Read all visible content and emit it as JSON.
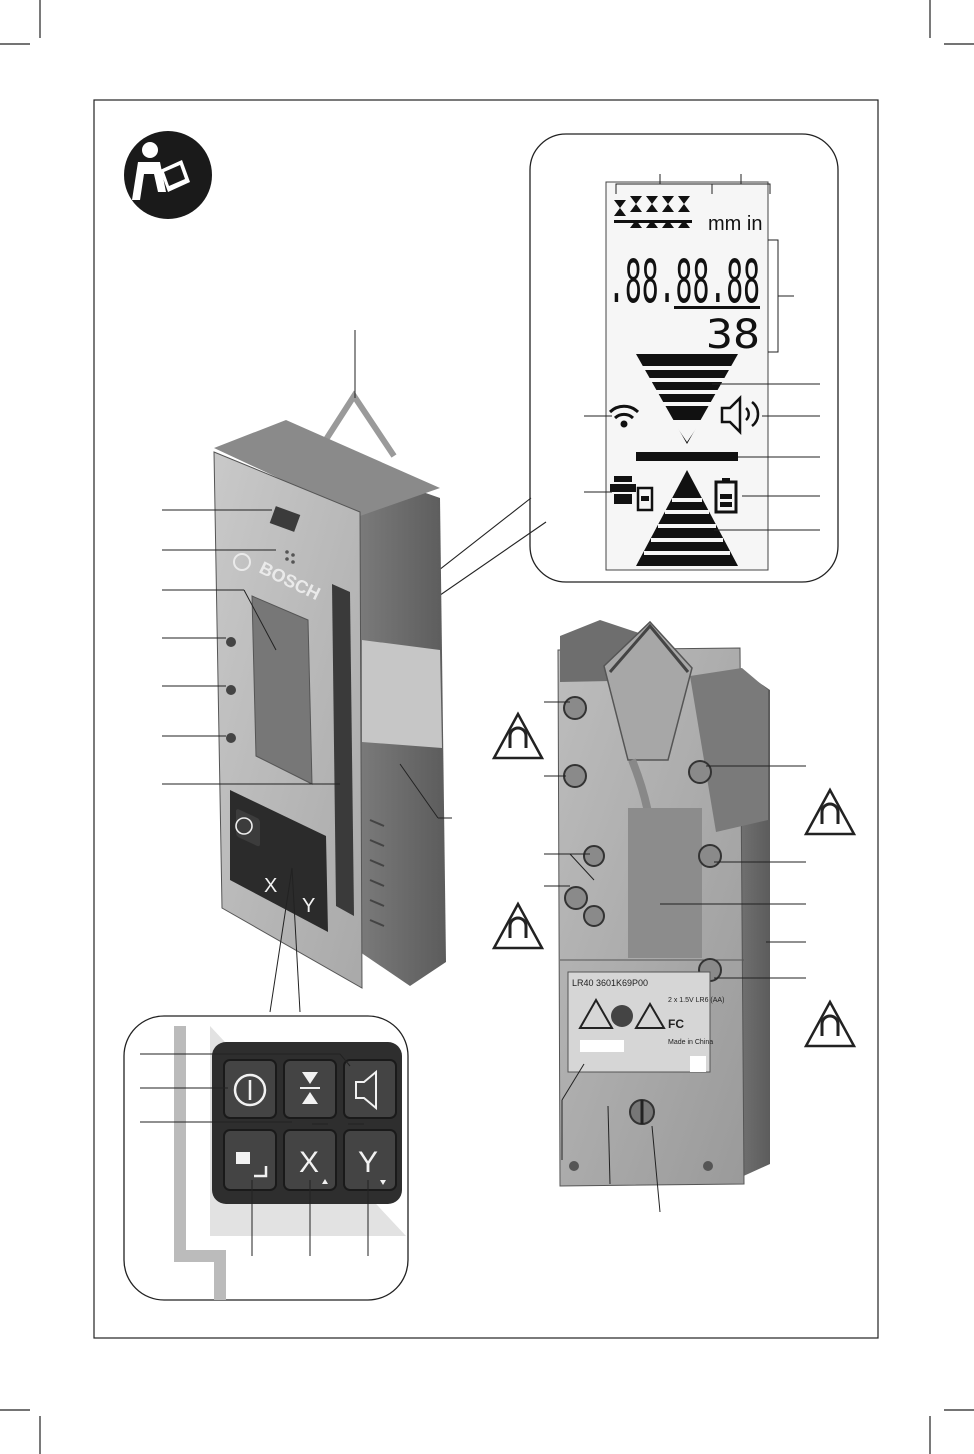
{
  "device_front": {
    "brand": "BOSCH",
    "keypad": {
      "x_key": "X",
      "y_key": "Y"
    }
  },
  "lcd": {
    "units": "mm in",
    "digits": ".88.88.88",
    "small_digits": "38"
  },
  "keypad_detail": {
    "x_key": "X",
    "y_key": "Y"
  },
  "device_back": {
    "label_header": "LR40  3601K69P00",
    "label_lines": [
      "2 x 1.5V LR6 (AA)",
      "Made in China",
      "FC"
    ]
  },
  "icons": [
    "manual-reading-icon",
    "laser-warning-magnet-icon",
    "power-icon",
    "center-marks-icon",
    "speaker-icon",
    "enter-icon",
    "wifi-icon",
    "battery-icon"
  ],
  "colors": {
    "body_light": "#b8b8b8",
    "body_dark": "#6e6e6e",
    "keypad": "#2f2f2f",
    "lcd_bg": "#f4f4f4"
  }
}
